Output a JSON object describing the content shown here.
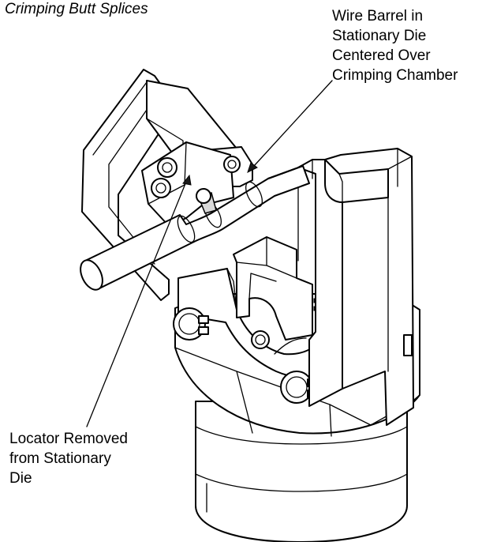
{
  "figure": {
    "title": "Crimping Butt Splices"
  },
  "callouts": {
    "top": {
      "lines": [
        "Wire Barrel in",
        "Stationary Die",
        "Centered Over",
        "Crimping Chamber"
      ]
    },
    "bottom": {
      "lines": [
        "Locator Removed",
        "from Stationary",
        "Die"
      ]
    }
  }
}
